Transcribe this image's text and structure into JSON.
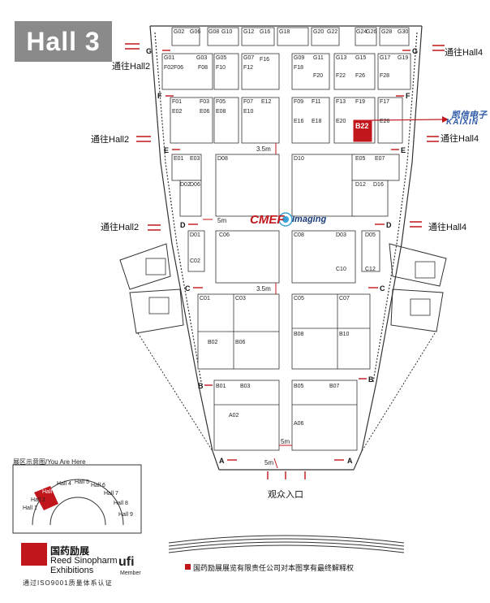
{
  "title": "Hall 3",
  "passages": {
    "hall2": "通往Hall2",
    "hall4": "通往Hall4"
  },
  "entrance": "观众入口",
  "gap_labels": {
    "g35": "3.5m",
    "g5": "5m"
  },
  "cmef": {
    "left": "CMEF",
    "right": "Imaging"
  },
  "highlight": {
    "booth": "B22",
    "company_cn": "凯信电子",
    "company_en": "KAIXIN",
    "color": "#c0161c"
  },
  "doors": [
    "G",
    "F",
    "E",
    "D",
    "C",
    "B",
    "A"
  ],
  "booths": {
    "g_row": [
      "G02",
      "G06",
      "G08",
      "G10",
      "G12",
      "G16",
      "G18",
      "G20",
      "G22",
      "G24",
      "G26",
      "G28",
      "G30"
    ],
    "r1_top": [
      "G01",
      "G03",
      "G05",
      "G07",
      "G09",
      "G11",
      "G13",
      "G15",
      "G17",
      "G19"
    ],
    "r1_bot": [
      "F02",
      "F06",
      "F08",
      "F10",
      "F12",
      "F16",
      "F18",
      "F20",
      "F22",
      "F26",
      "F28"
    ],
    "r2_top": [
      "F01",
      "F03",
      "F05",
      "F07",
      "E12",
      "F09",
      "F11",
      "F13",
      "F19",
      "F17"
    ],
    "r2_bot": [
      "E02",
      "E06",
      "E08",
      "E10",
      "E16",
      "E18",
      "E20",
      "E26"
    ],
    "d_zone": [
      "E01",
      "E03",
      "E05",
      "E07",
      "D02",
      "D06",
      "D08",
      "D10",
      "D12",
      "D16"
    ],
    "c_zone": [
      "D01",
      "C02",
      "C06",
      "C08",
      "D03",
      "C10",
      "D05",
      "C12"
    ],
    "b_zone": [
      "C01",
      "C03",
      "C05",
      "C07",
      "B02",
      "B06",
      "B08",
      "B10"
    ],
    "a_zone": [
      "B01",
      "B03",
      "B05",
      "B07",
      "A02",
      "A06"
    ]
  },
  "legend": {
    "title": "展区示意图/You Are Here",
    "halls": [
      "Hall 1",
      "Hall 2",
      "Hall 3",
      "Hall 4",
      "Hall 5",
      "Hall 6",
      "Hall 7",
      "Hall 8",
      "Hall 9"
    ],
    "current": "Hall 3"
  },
  "organizer": {
    "name_cn": "国药励展",
    "name_en_1": "Reed Sinopharm",
    "name_en_2": "Exhibitions",
    "iso": "通过ISO9001质量体系认证",
    "ufi": "ufi",
    "ufi_sub": "Member"
  },
  "footnote": "国药励展展览有限责任公司对本图享有最终解释权"
}
